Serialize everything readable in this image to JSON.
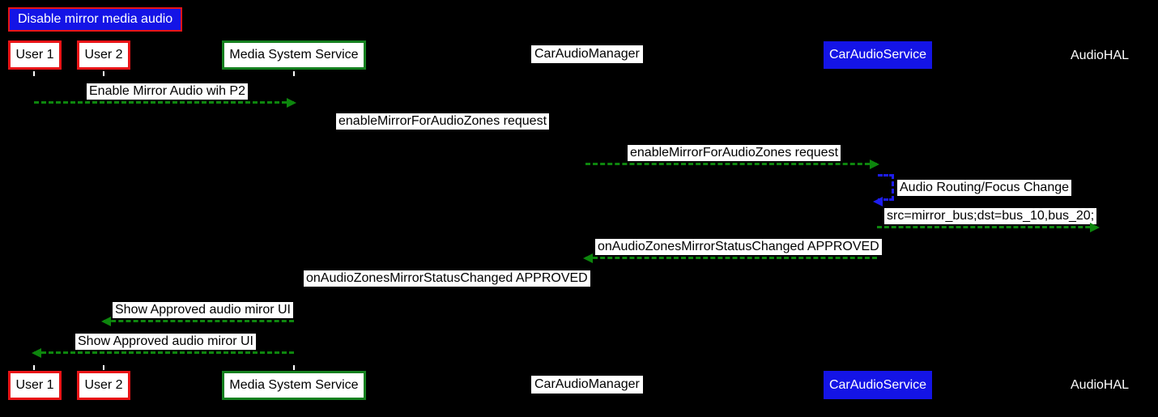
{
  "diagram": {
    "title": "Disable mirror media audio",
    "actors": [
      {
        "label": "User 1"
      },
      {
        "label": "User 2"
      },
      {
        "label": "Media System Service"
      },
      {
        "label": "CarAudioManager"
      },
      {
        "label": "CarAudioService"
      },
      {
        "label": "AudioHAL"
      }
    ],
    "messages": [
      {
        "label": "Enable Mirror Audio wih P2",
        "from": "User 1",
        "to": "Media System Service",
        "direction": "right"
      },
      {
        "label": "enableMirrorForAudioZones request",
        "from": "Media System Service",
        "to": "CarAudioManager",
        "direction": "right"
      },
      {
        "label": "enableMirrorForAudioZones request",
        "from": "CarAudioManager",
        "to": "CarAudioService",
        "direction": "right"
      },
      {
        "label": "Audio Routing/Focus Change",
        "from": "CarAudioService",
        "to": "CarAudioService",
        "direction": "self"
      },
      {
        "label": "src=mirror_bus;dst=bus_10,bus_20;",
        "from": "CarAudioService",
        "to": "AudioHAL",
        "direction": "right"
      },
      {
        "label": "onAudioZonesMirrorStatusChanged APPROVED",
        "from": "CarAudioService",
        "to": "CarAudioManager",
        "direction": "left"
      },
      {
        "label": "onAudioZonesMirrorStatusChanged APPROVED",
        "from": "CarAudioManager",
        "to": "Media System Service",
        "direction": "left"
      },
      {
        "label": "Show Approved audio miror UI",
        "from": "Media System Service",
        "to": "User 2",
        "direction": "left"
      },
      {
        "label": "Show Approved audio miror UI",
        "from": "Media System Service",
        "to": "User 1",
        "direction": "left"
      }
    ],
    "colors": {
      "background": "#000000",
      "arrow_green": "#0d860d",
      "self_arrow_blue": "#1d1df0",
      "red_border": "#e91417",
      "green_border": "#15801f",
      "blue_fill": "#1414e6",
      "label_bg": "#ffffff",
      "label_text": "#000000"
    }
  }
}
